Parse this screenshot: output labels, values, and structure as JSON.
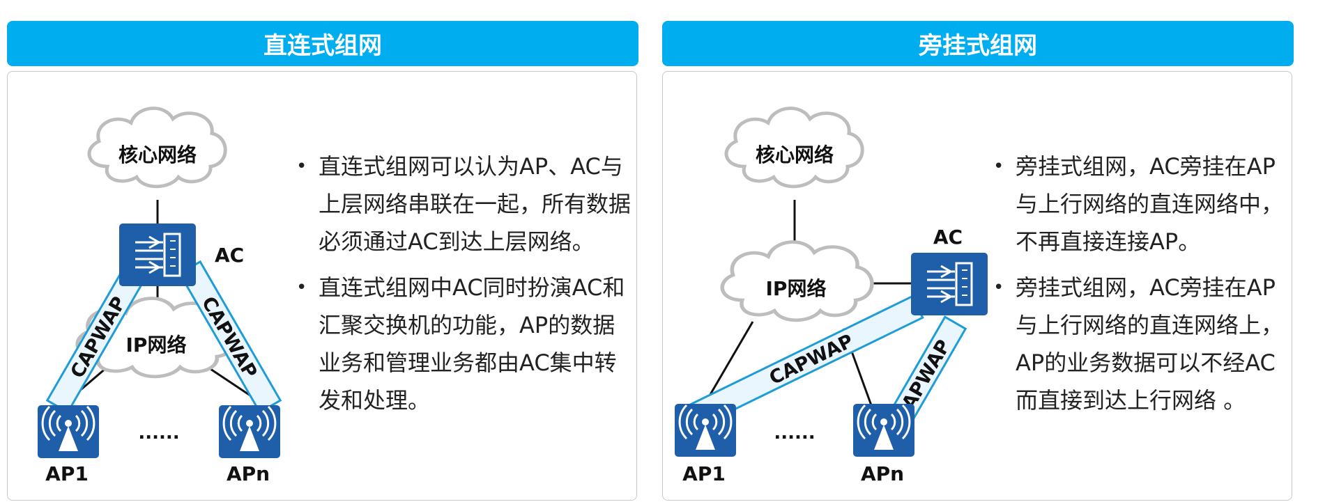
{
  "colors": {
    "header": "#00aeef",
    "device_fill": "#1f5ea8",
    "tunnel_stroke": "#1e9cd7",
    "tunnel_fill": "#e9f6fd"
  },
  "left_panel": {
    "title": "直连式组网",
    "diagram": {
      "core_cloud": "核心网络",
      "ip_cloud": "IP网络",
      "ac_label": "AC",
      "ap1_label": "AP1",
      "apn_label": "APn",
      "ellipsis": "......",
      "tunnel1_label": "CAPWAP",
      "tunnel2_label": "CAPWAP",
      "ac_icon": "wireless-controller-icon",
      "ap_icon": "wireless-access-point-icon"
    },
    "bullets": [
      "直连式组网可以认为AP、AC与上层网络串联在一起，所有数据必须通过AC到达上层网络。",
      "直连式组网中AC同时扮演AC和汇聚交换机的功能，AP的数据业务和管理业务都由AC集中转发和处理。"
    ]
  },
  "right_panel": {
    "title": "旁挂式组网",
    "diagram": {
      "core_cloud": "核心网络",
      "ip_cloud": "IP网络",
      "ac_label": "AC",
      "ap1_label": "AP1",
      "apn_label": "APn",
      "ellipsis": "......",
      "tunnel1_label": "CAPWAP",
      "tunnel2_label": "CAPWAP",
      "ac_icon": "wireless-controller-icon",
      "ap_icon": "wireless-access-point-icon"
    },
    "bullets": [
      "旁挂式组网，AC旁挂在AP与上行网络的直连网络中，不再直接连接AP。",
      "旁挂式组网，AC旁挂在AP与上行网络的直连网络上，AP的业务数据可以不经AC而直接到达上行网络 。"
    ]
  }
}
